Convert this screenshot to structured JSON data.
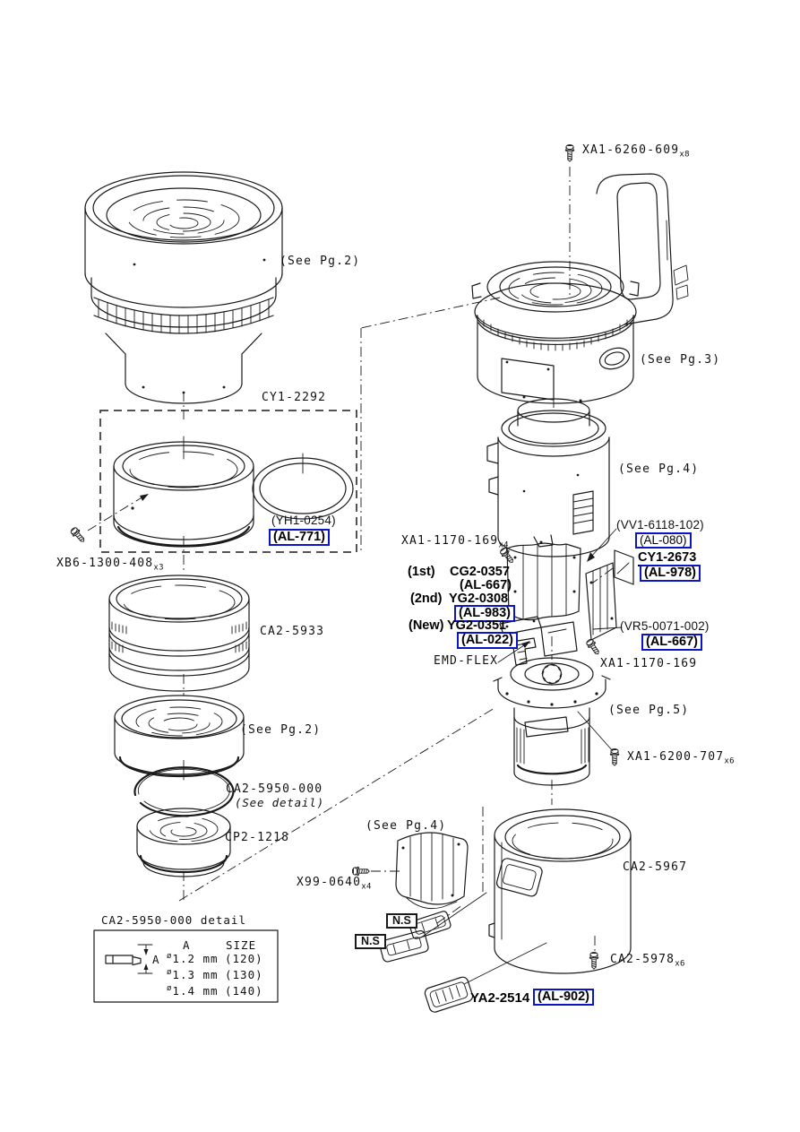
{
  "diagram": {
    "colors": {
      "line": "#1a1a1a",
      "highlight_box": "#0a16c4",
      "background": "#ffffff"
    },
    "refs": {
      "see_pg2_top": "(See Pg.2)",
      "see_pg2_lower": "(See Pg.2)",
      "see_pg3": "(See Pg.3)",
      "see_pg4_mid": "(See Pg.4)",
      "see_pg4_bottom": "(See Pg.4)",
      "see_pg5": "(See Pg.5)",
      "see_detail": "(See detail)"
    },
    "parts": {
      "cy1_2292": "CY1-2292",
      "yh1_0254": "(YH1-0254)",
      "al_771": "(AL-771)",
      "xb6_code": "XB6-1300-408",
      "xb6_qty": "x3",
      "ca2_5933": "CA2-5933",
      "ca2_5950": "CA2-5950-000",
      "cp2_1218": "CP2-1218",
      "xa1_6260_code": "XA1-6260-609",
      "xa1_6260_qty": "x8",
      "vv1_6118": "(VV1-6118-102)",
      "al_080": "(AL-080)",
      "cy1_2673": "CY1-2673",
      "al_978": "(AL-978)",
      "xa1_1170a_code": "XA1-1170-169",
      "xa1_1170a_qty": "x4",
      "gen1_tag": "(1st)",
      "gen1_code": "CG2-0357",
      "gen1_al": "(AL-667)",
      "gen2_tag": "(2nd)",
      "gen2_code": "YG2-0308",
      "gen2_al": "(AL-983)",
      "gen3_tag": "(New)",
      "gen3_code": "YG2-0351",
      "gen3_al": "(AL-022)",
      "emd_flex": "EMD-FLEX",
      "vr5_0071": "(VR5-0071-002)",
      "al_667b": "(AL-667)",
      "xa1_1170b": "XA1-1170-169",
      "xa1_6200_code": "XA1-6200-707",
      "xa1_6200_qty": "x6",
      "x99_code": "X99-0640",
      "x99_qty": "x4",
      "ns": "N.S",
      "ca2_5967": "CA2-5967",
      "ca2_5978_code": "CA2-5978",
      "ca2_5978_qty": "x6",
      "ya2_2514": "YA2-2514",
      "al_902": "(AL-902)"
    },
    "detail_table": {
      "title": "CA2-5950-000 detail",
      "dim_label": "A",
      "columns": {
        "a": "A",
        "size": "SIZE"
      },
      "rows": [
        {
          "dia": "ø",
          "a": "1.2 mm",
          "size": "(120)"
        },
        {
          "dia": "ø",
          "a": "1.3 mm",
          "size": "(130)"
        },
        {
          "dia": "ø",
          "a": "1.4 mm",
          "size": "(140)"
        }
      ]
    }
  }
}
